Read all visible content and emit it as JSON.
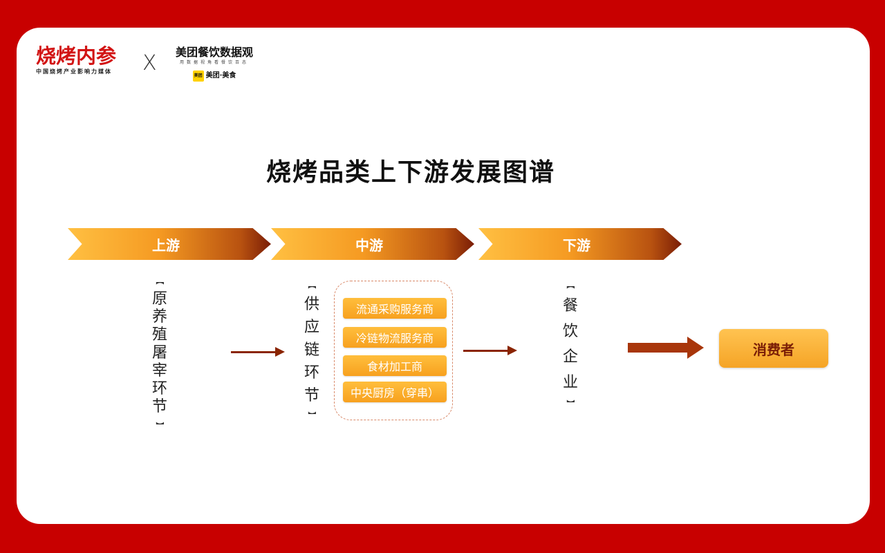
{
  "header": {
    "logo_left_main": "烧烤内参",
    "logo_left_sub": "中国烧烤产业影响力媒体",
    "x_mark": "X",
    "logo_right_main": "美团餐饮数据观",
    "logo_right_sub": "用数据视角看餐饮百态",
    "logo_right_badge": "美团",
    "logo_right_brand": "美团·美食"
  },
  "title": "烧烤品类上下游发展图谱",
  "stages": {
    "upstream": "上游",
    "midstream": "中游",
    "downstream": "下游"
  },
  "columns": {
    "upstream_label": [
      "原",
      "养",
      "殖",
      "屠",
      "宰",
      "环",
      "节"
    ],
    "midstream_label": [
      "供",
      "应",
      "链",
      "环",
      "节"
    ],
    "downstream_label": [
      "餐",
      "饮",
      "企",
      "业"
    ],
    "bracket_open": "【",
    "bracket_close": "】"
  },
  "midstream_items": [
    "流通采购服务商",
    "冷链物流服务商",
    "食材加工商",
    "中央厨房（穿串）"
  ],
  "consumer": "消费者",
  "colors": {
    "frame": "#c80000",
    "orange_light": "#ffc042",
    "orange_mid": "#f59a22",
    "brown_dark": "#7a1d06",
    "arrow": "#8a2400"
  }
}
